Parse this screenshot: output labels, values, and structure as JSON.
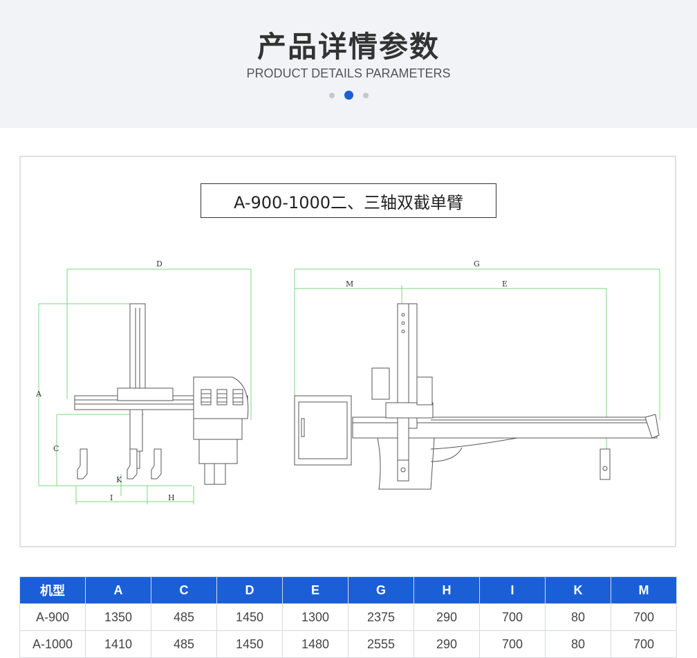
{
  "header": {
    "title": "产品详情参数",
    "subtitle": "PRODUCT DETAILS PARAMETERS",
    "dots": [
      "inactive",
      "active",
      "inactive"
    ]
  },
  "diagram": {
    "model_title": "A-900-1000二、三轴双截单臂",
    "dimension_labels": {
      "left_view": [
        "D",
        "A",
        "C",
        "K",
        "I",
        "H"
      ],
      "right_view": [
        "G",
        "M",
        "E"
      ]
    }
  },
  "spec_table": {
    "headers": [
      "机型",
      "A",
      "C",
      "D",
      "E",
      "G",
      "H",
      "I",
      "K",
      "M"
    ],
    "rows": [
      [
        "A-900",
        "1350",
        "485",
        "1450",
        "1300",
        "2375",
        "290",
        "700",
        "80",
        "700"
      ],
      [
        "A-1000",
        "1410",
        "485",
        "1450",
        "1480",
        "2555",
        "290",
        "700",
        "80",
        "700"
      ]
    ]
  },
  "colors": {
    "accent": "#1a5fd6",
    "header_bg": "#f1f3f7",
    "dimension_line": "#7fd47f"
  }
}
